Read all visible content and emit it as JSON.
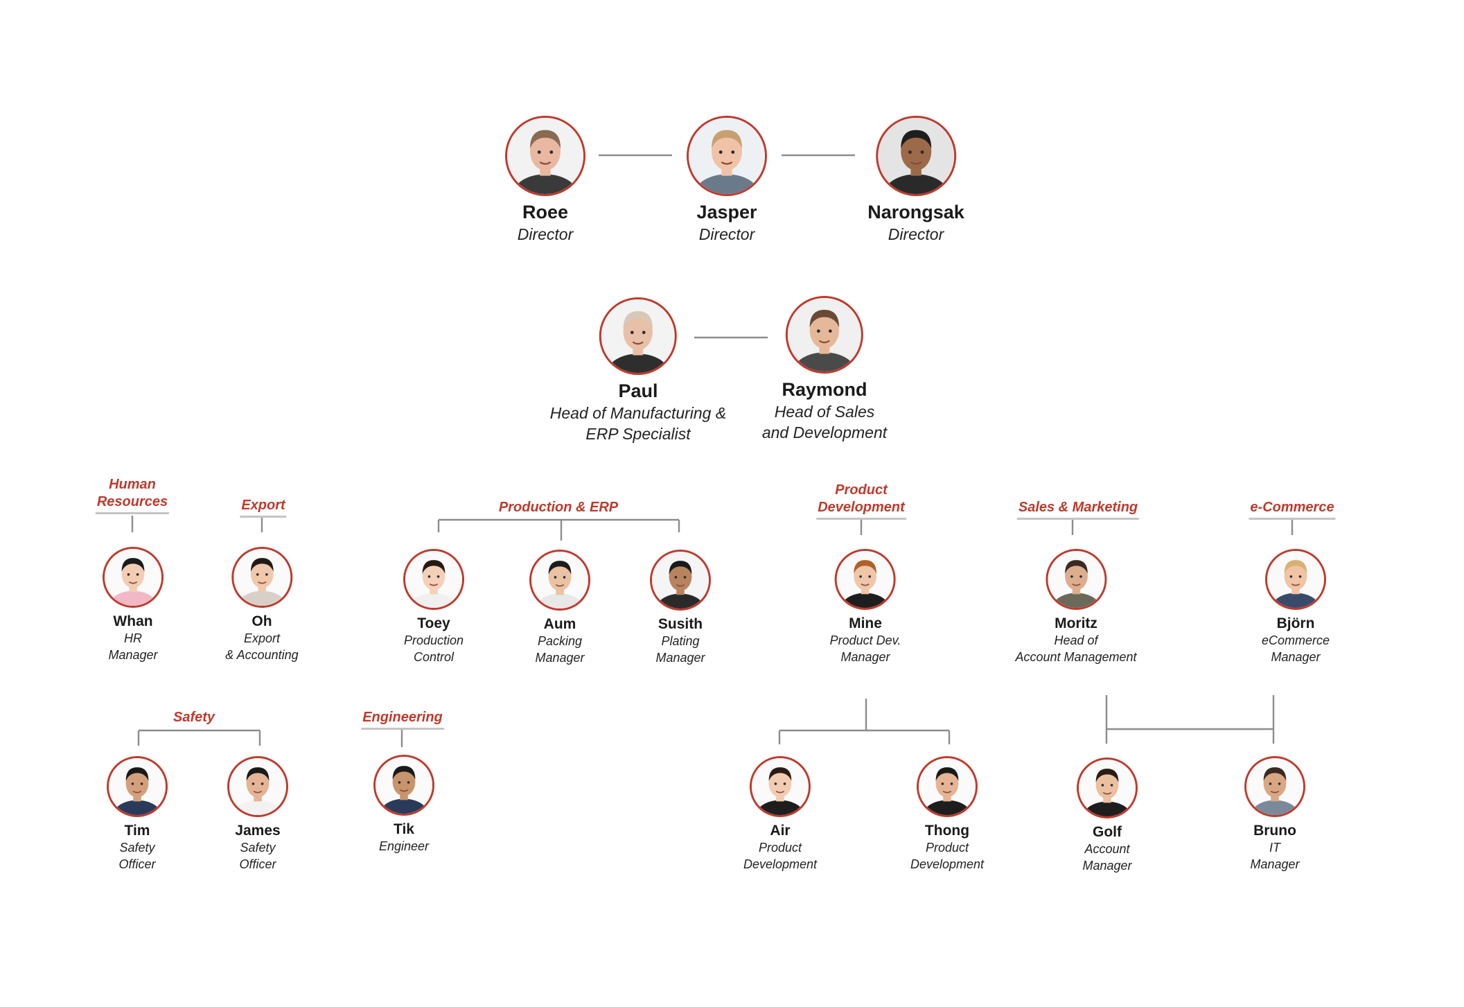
{
  "colors": {
    "accent": "#c0392b",
    "connector": "#8c8c8c",
    "text": "#1a1a1a"
  },
  "directors": [
    {
      "name": "Roee",
      "role": [
        "Director"
      ]
    },
    {
      "name": "Jasper",
      "role": [
        "Director"
      ]
    },
    {
      "name": "Narongsak",
      "role": [
        "Director"
      ]
    }
  ],
  "heads": [
    {
      "name": "Paul",
      "role": [
        "Head of Manufacturing &",
        "ERP Specialist"
      ]
    },
    {
      "name": "Raymond",
      "role": [
        "Head of Sales",
        "and Development"
      ]
    }
  ],
  "departments": {
    "human_resources": [
      "Human",
      "Resources"
    ],
    "export": [
      "Export"
    ],
    "production_erp": [
      "Production & ERP"
    ],
    "product_development": [
      "Product",
      "Development"
    ],
    "sales_marketing": [
      "Sales & Marketing"
    ],
    "ecommerce": [
      "e-Commerce"
    ],
    "safety": [
      "Safety"
    ],
    "engineering": [
      "Engineering"
    ]
  },
  "staff": {
    "whan": {
      "name": "Whan",
      "role": [
        "HR",
        "Manager"
      ]
    },
    "oh": {
      "name": "Oh",
      "role": [
        "Export",
        "& Accounting"
      ]
    },
    "toey": {
      "name": "Toey",
      "role": [
        "Production",
        "Control"
      ]
    },
    "aum": {
      "name": "Aum",
      "role": [
        "Packing",
        "Manager"
      ]
    },
    "susith": {
      "name": "Susith",
      "role": [
        "Plating",
        "Manager"
      ]
    },
    "mine": {
      "name": "Mine",
      "role": [
        "Product Dev.",
        "Manager"
      ]
    },
    "moritz": {
      "name": "Moritz",
      "role": [
        "Head of",
        "Account Management"
      ]
    },
    "bjorn": {
      "name": "Björn",
      "role": [
        "eCommerce",
        "Manager"
      ]
    },
    "tim": {
      "name": "Tim",
      "role": [
        "Safety",
        "Officer"
      ]
    },
    "james": {
      "name": "James",
      "role": [
        "Safety",
        "Officer"
      ]
    },
    "tik": {
      "name": "Tik",
      "role": [
        "Engineer"
      ]
    },
    "air": {
      "name": "Air",
      "role": [
        "Product",
        "Development"
      ]
    },
    "thong": {
      "name": "Thong",
      "role": [
        "Product",
        "Development"
      ]
    },
    "golf": {
      "name": "Golf",
      "role": [
        "Account",
        "Manager"
      ]
    },
    "bruno": {
      "name": "Bruno",
      "role": [
        "IT",
        "Manager"
      ]
    }
  }
}
